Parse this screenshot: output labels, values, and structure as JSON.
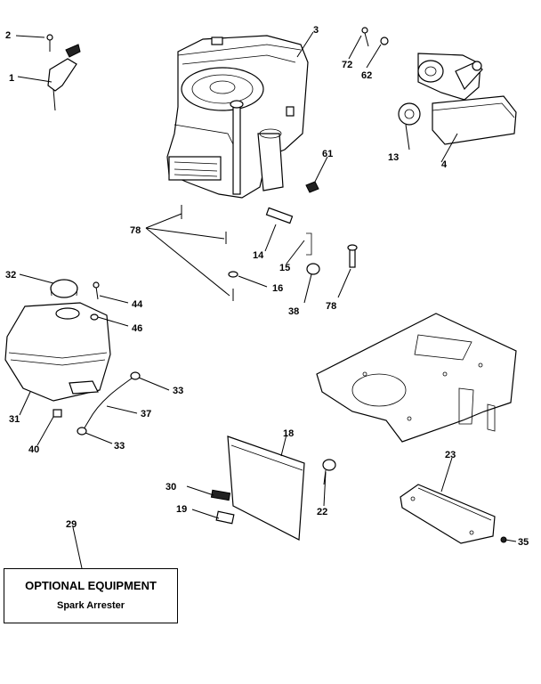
{
  "labels": {
    "p1": "1",
    "p2": "2",
    "p3": "3",
    "p4": "4",
    "p13": "13",
    "p14": "14",
    "p15": "15",
    "p16": "16",
    "p18": "18",
    "p19": "19",
    "p22": "22",
    "p23": "23",
    "p29": "29",
    "p30": "30",
    "p31": "31",
    "p32": "32",
    "p33a": "33",
    "p33b": "33",
    "p35": "35",
    "p37": "37",
    "p38": "38",
    "p40": "40",
    "p44": "44",
    "p46": "46",
    "p61": "61",
    "p62": "62",
    "p72": "72",
    "p78a": "78",
    "p78b": "78"
  },
  "optional": {
    "title": "OPTIONAL EQUIPMENT",
    "subtitle": "Spark Arrester"
  }
}
